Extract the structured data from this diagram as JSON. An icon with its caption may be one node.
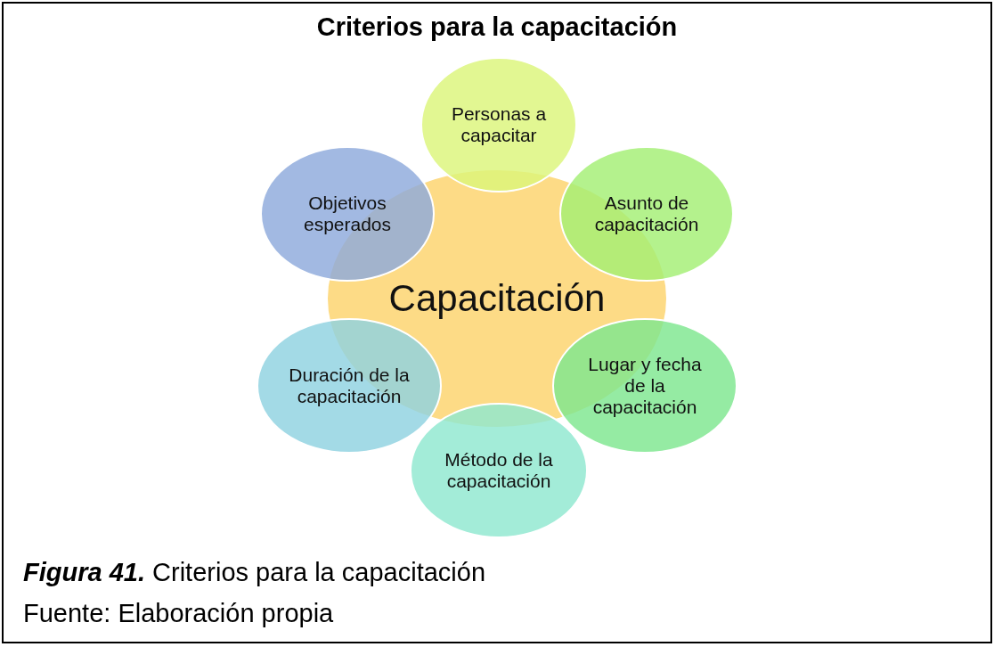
{
  "diagram": {
    "title": "Criterios para la capacitación",
    "caption": "**Figura 41.** Criterios para la capacitación",
    "nodes": [
      {
        "text": [
          "Personas a capacitar"
        ]
      },
      {
        "text": [
          "Objetivos esperados"
        ]
      },
      {
        "text": [
          "Asunto de capacitación"
        ]
      },
      {
        "text": [
          "Capacitación"
        ]
      },
      {
        "text": [
          "Duración de la capacitación"
        ]
      },
      {
        "text": [
          "Lugar y fecha de la capacitación"
        ]
      },
      {
        "text": [
          "Método de la capacitación"
        ]
      }
    ],
    "labels": [
      "Fuente: Elaboración propia"
    ]
  }
}
